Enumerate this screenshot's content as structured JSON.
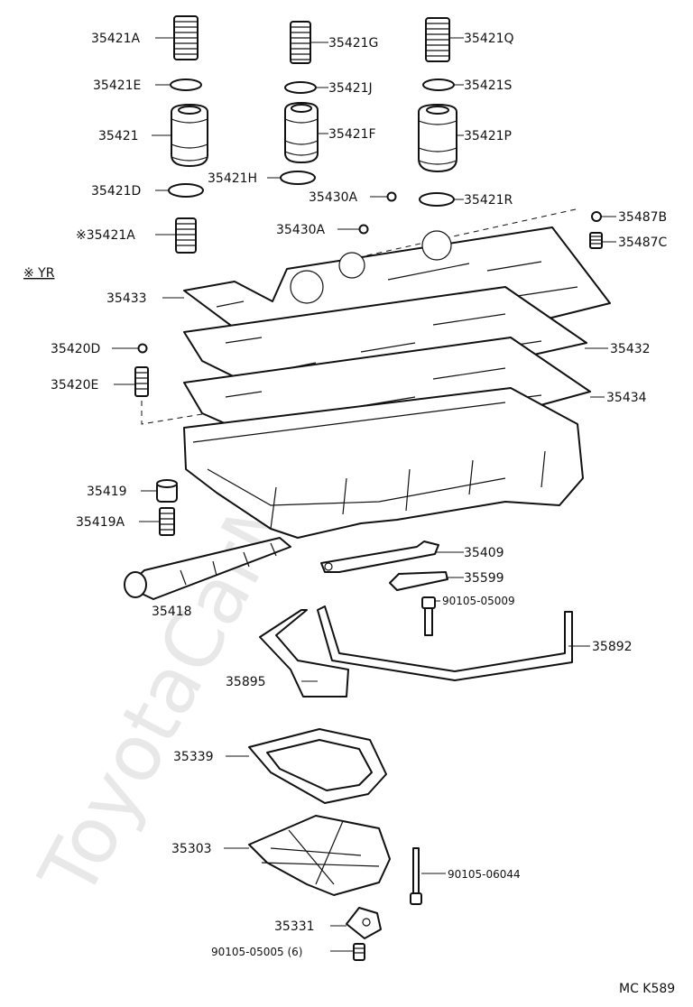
{
  "watermark": "ToyotaCarMine.ru",
  "note_marker": "※ YR",
  "diagram_code": "MC K589",
  "labels": {
    "p35421A": "35421A",
    "p35421G": "35421G",
    "p35421Q": "35421Q",
    "p35421E": "35421E",
    "p35421J": "35421J",
    "p35421S": "35421S",
    "p35421": "35421",
    "p35421F": "35421F",
    "p35421P": "35421P",
    "p35421H": "35421H",
    "p35421D": "35421D",
    "p35430A_1": "35430A",
    "p35421R": "35421R",
    "p35487B": "35487B",
    "p35421A_yr": "※35421A",
    "p35430A_2": "35430A",
    "p35487C": "35487C",
    "p35433": "35433",
    "p35432": "35432",
    "p35420D": "35420D",
    "p35420E": "35420E",
    "p35434": "35434",
    "p35419": "35419",
    "p35419A": "35419A",
    "p35409": "35409",
    "p35599": "35599",
    "p90105_05009": "90105-05009",
    "p35418": "35418",
    "p35892": "35892",
    "p35895": "35895",
    "p35339": "35339",
    "p35303": "35303",
    "p90105_06044": "90105-06044",
    "p35331": "35331",
    "p90105_05005": "90105-05005 (6)"
  }
}
